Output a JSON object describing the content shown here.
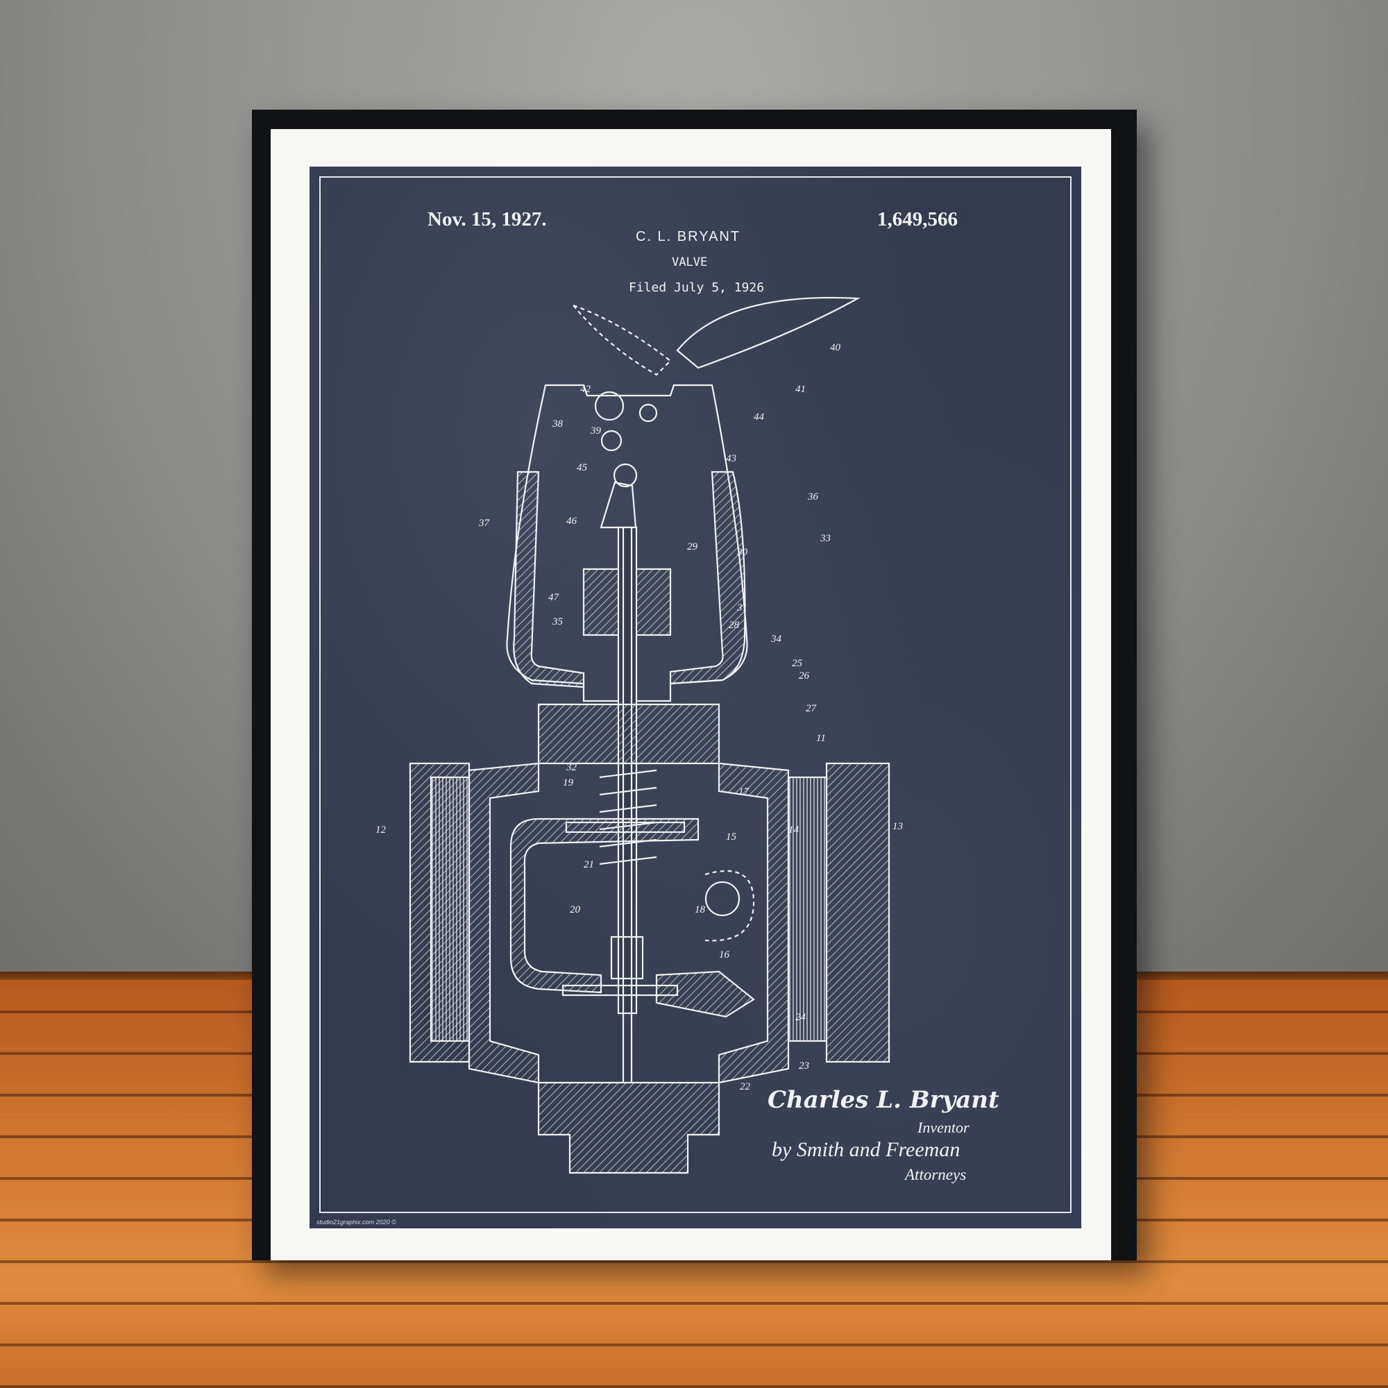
{
  "poster": {
    "date": "Nov. 15, 1927.",
    "patent_number": "1,649,566",
    "inventor_name": "C. L. BRYANT",
    "title": "VALVE",
    "filed": "Filed July 5, 1926",
    "signature_name": "Charles L. Bryant",
    "signature_role": "Inventor",
    "attorneys": "by Smith and Freeman",
    "attorneys_role": "Attorneys",
    "credit": "studio21graphix.com 2020 ©"
  },
  "part_labels": [
    "40",
    "42",
    "41",
    "44",
    "38",
    "39",
    "43",
    "45",
    "36",
    "46",
    "37",
    "33",
    "29",
    "30",
    "47",
    "31",
    "35",
    "28",
    "34",
    "25",
    "26",
    "27",
    "11",
    "32",
    "19",
    "17",
    "12",
    "13",
    "15",
    "14",
    "21",
    "20",
    "18",
    "16",
    "24",
    "23",
    "22"
  ],
  "colors": {
    "print_background": "#343a4f",
    "line_color": "#f2f3f6",
    "frame": "#111214",
    "mat": "#f7f7f5"
  }
}
